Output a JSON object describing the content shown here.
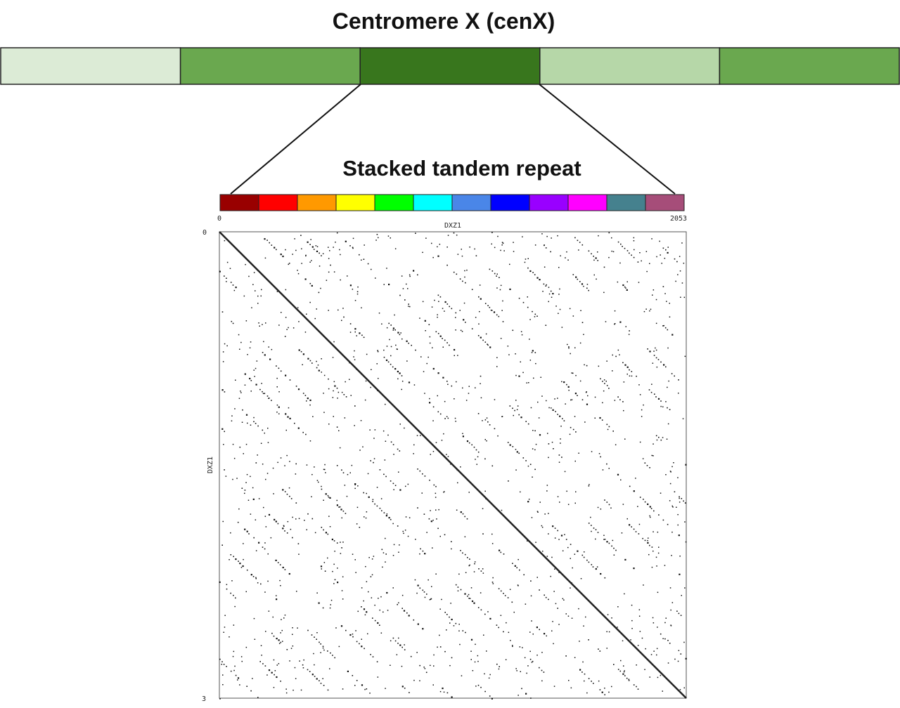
{
  "title": "Centromere X (cenX)",
  "centromere_segments": [
    {
      "color": "#dcebd6"
    },
    {
      "color": "#6aa84f"
    },
    {
      "color": "#38761d"
    },
    {
      "color": "#b6d7a8"
    },
    {
      "color": "#6aa84f"
    }
  ],
  "zoom_segment_index": 2,
  "subtitle": "Stacked tandem repeat",
  "repeat_units": [
    {
      "color": "#990000"
    },
    {
      "color": "#ff0000"
    },
    {
      "color": "#ff9900"
    },
    {
      "color": "#ffff00"
    },
    {
      "color": "#00ff00"
    },
    {
      "color": "#00ffff"
    },
    {
      "color": "#4a86e8"
    },
    {
      "color": "#0000ff"
    },
    {
      "color": "#9900ff"
    },
    {
      "color": "#ff00ff"
    },
    {
      "color": "#45818e"
    },
    {
      "color": "#a64d79"
    }
  ],
  "dotplot": {
    "x_label": "DXZ1",
    "y_label": "DXZ1",
    "x_start_tick": "0",
    "x_end_tick": "2053",
    "y_start_tick": "0",
    "y_end_tick": "3",
    "length": 2053,
    "dot_color": "#111111"
  }
}
